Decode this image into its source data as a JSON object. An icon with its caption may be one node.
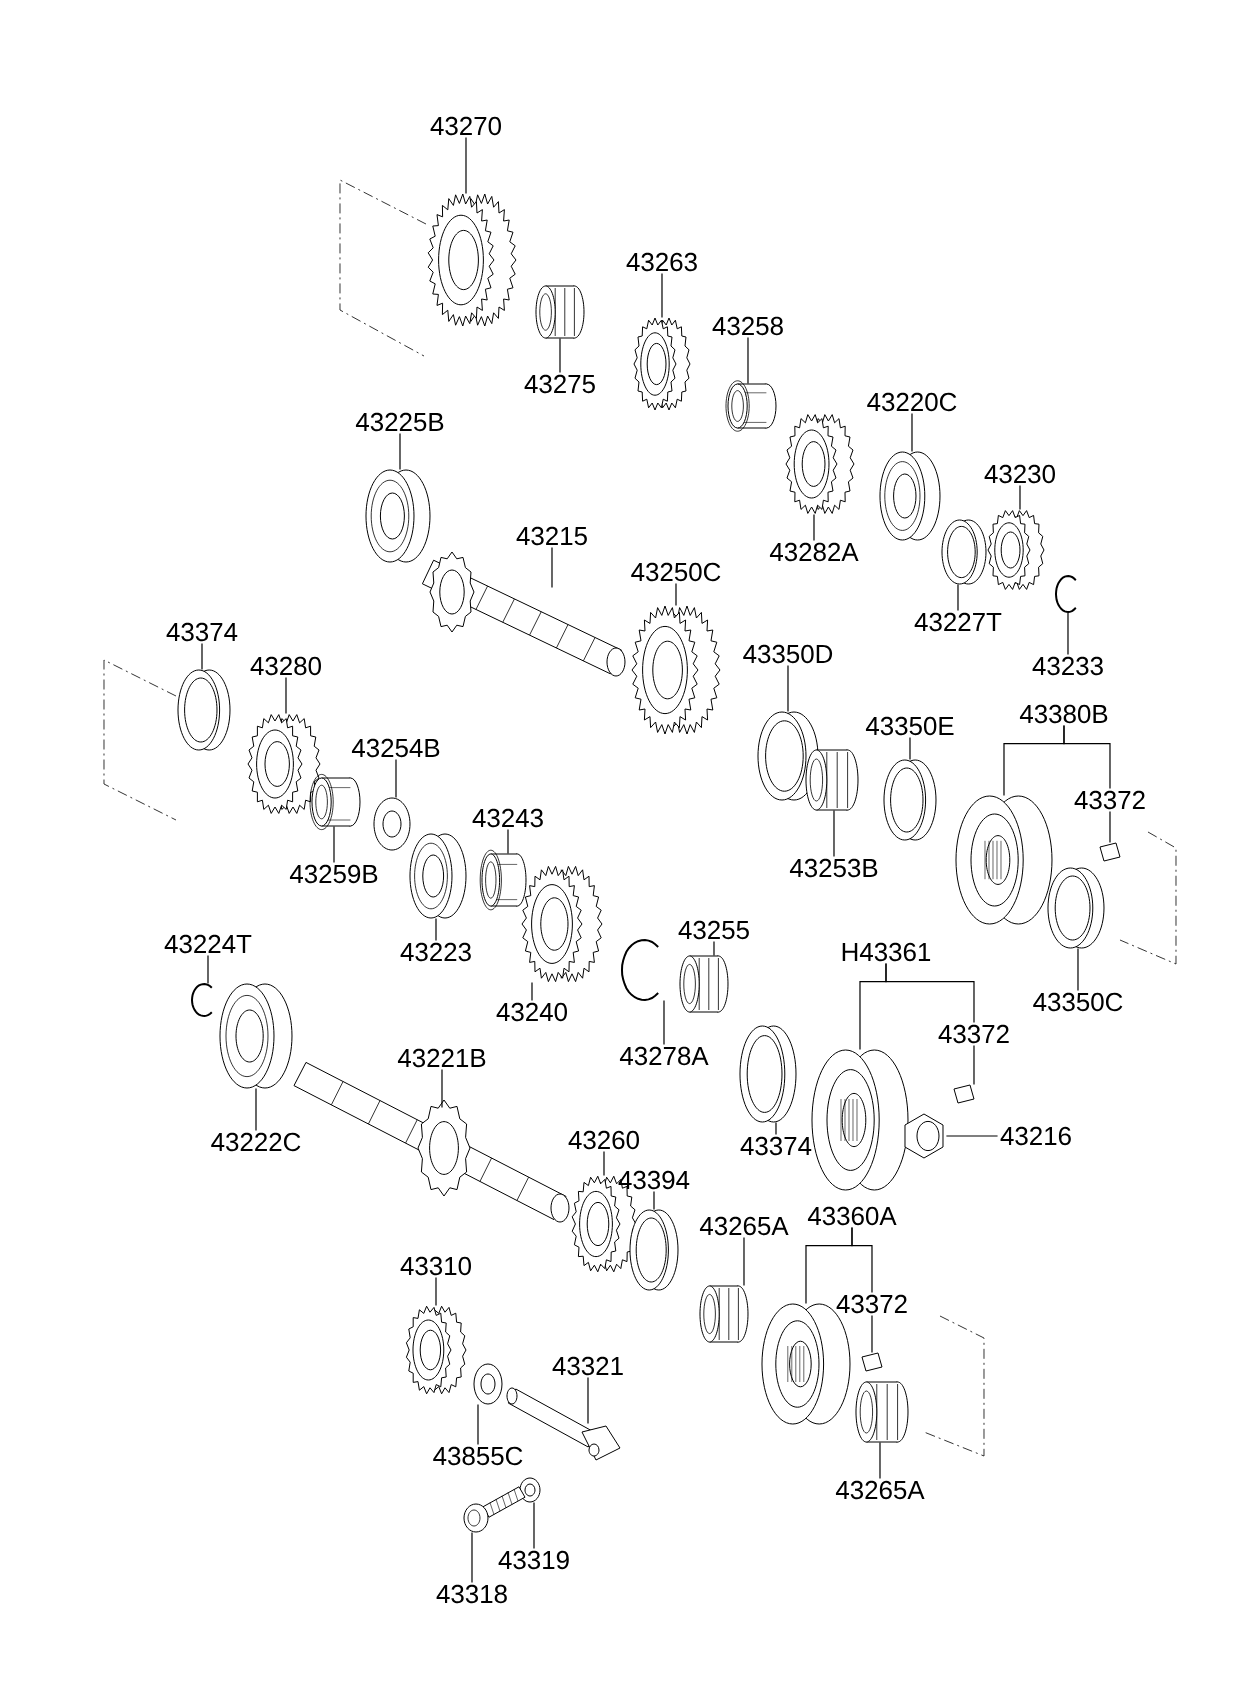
{
  "diagram": {
    "nodes": [
      {
        "text": [
          "43270"
        ]
      },
      {
        "text": [],
        "shape": "picture"
      },
      {
        "text": [
          "43275"
        ]
      },
      {
        "text": [],
        "shape": "picture"
      },
      {
        "text": [
          "43263"
        ]
      },
      {
        "text": [],
        "shape": "picture"
      },
      {
        "text": [
          "43258"
        ]
      },
      {
        "text": [],
        "shape": "picture"
      },
      {
        "text": [
          "43282A"
        ]
      },
      {
        "text": [],
        "shape": "picture"
      },
      {
        "text": [
          "43220C"
        ]
      },
      {
        "text": [],
        "shape": "picture"
      },
      {
        "text": [
          "43227T"
        ]
      },
      {
        "text": [],
        "shape": "picture"
      },
      {
        "text": [
          "43230"
        ]
      },
      {
        "text": [],
        "shape": "picture"
      },
      {
        "text": [
          "43233"
        ]
      },
      {
        "text": [],
        "shape": "picture"
      },
      {
        "text": [
          "43225B"
        ]
      },
      {
        "text": [],
        "shape": "picture"
      },
      {
        "text": [
          "43215"
        ]
      },
      {
        "text": [],
        "shape": "picture"
      },
      {
        "text": [
          "43250C"
        ]
      },
      {
        "text": [],
        "shape": "picture"
      },
      {
        "text": [
          "43374"
        ]
      },
      {
        "text": [],
        "shape": "picture"
      },
      {
        "text": [
          "43280"
        ]
      },
      {
        "text": [],
        "shape": "picture"
      },
      {
        "text": [
          "43350D"
        ]
      },
      {
        "text": [],
        "shape": "picture"
      },
      {
        "text": [
          "43254B"
        ]
      },
      {
        "text": [],
        "shape": "picture"
      },
      {
        "text": [
          "43259B"
        ]
      },
      {
        "text": [],
        "shape": "picture"
      },
      {
        "text": [
          "43350E"
        ]
      },
      {
        "text": [],
        "shape": "picture"
      },
      {
        "text": [
          "43253B"
        ]
      },
      {
        "text": [],
        "shape": "picture"
      },
      {
        "text": [
          "43380B"
        ]
      },
      {
        "text": [],
        "shape": "picture"
      },
      {
        "text": [
          "43372"
        ]
      },
      {
        "text": [],
        "shape": "picture"
      },
      {
        "text": [
          "43243"
        ]
      },
      {
        "text": [],
        "shape": "picture"
      },
      {
        "text": [
          "43223"
        ]
      },
      {
        "text": [],
        "shape": "picture"
      },
      {
        "text": [
          "43240"
        ]
      },
      {
        "text": [],
        "shape": "picture"
      },
      {
        "text": [
          "43255"
        ]
      },
      {
        "text": [],
        "shape": "picture"
      },
      {
        "text": [
          "43278A"
        ]
      },
      {
        "text": [],
        "shape": "picture"
      },
      {
        "text": [
          "43350C"
        ]
      },
      {
        "text": [],
        "shape": "picture"
      },
      {
        "text": [
          "43224T"
        ]
      },
      {
        "text": [],
        "shape": "picture"
      },
      {
        "text": [
          "43222C"
        ]
      },
      {
        "text": [],
        "shape": "picture"
      },
      {
        "text": [
          "H43361"
        ]
      },
      {
        "text": [],
        "shape": "picture"
      },
      {
        "text": [
          "43372"
        ]
      },
      {
        "text": [],
        "shape": "picture"
      },
      {
        "text": [
          "43374"
        ]
      },
      {
        "text": [],
        "shape": "picture"
      },
      {
        "text": [
          "43216"
        ]
      },
      {
        "text": [],
        "shape": "picture"
      },
      {
        "text": [
          "43221B"
        ]
      },
      {
        "text": [],
        "shape": "picture"
      },
      {
        "text": [
          "43260"
        ]
      },
      {
        "text": [],
        "shape": "picture"
      },
      {
        "text": [
          "43394"
        ]
      },
      {
        "text": [],
        "shape": "picture"
      },
      {
        "text": [
          "43265A"
        ]
      },
      {
        "text": [],
        "shape": "picture"
      },
      {
        "text": [
          "43360A"
        ]
      },
      {
        "text": [],
        "shape": "picture"
      },
      {
        "text": [
          "43372"
        ]
      },
      {
        "text": [],
        "shape": "picture"
      },
      {
        "text": [
          "43265A"
        ]
      },
      {
        "text": [],
        "shape": "picture"
      },
      {
        "text": [
          "43310"
        ]
      },
      {
        "text": [],
        "shape": "picture"
      },
      {
        "text": [
          "43855C"
        ]
      },
      {
        "text": [],
        "shape": "picture"
      },
      {
        "text": [
          "43321"
        ]
      },
      {
        "text": [],
        "shape": "picture"
      },
      {
        "text": [
          "43319"
        ]
      },
      {
        "text": [],
        "shape": "picture"
      },
      {
        "text": [
          "43318"
        ]
      },
      {
        "text": [],
        "shape": "picture"
      }
    ],
    "edges": [
      {
        "from": 0,
        "to": 1,
        "arrow": "none"
      },
      {
        "from": 2,
        "to": 3,
        "arrow": "none"
      },
      {
        "from": 4,
        "to": 5,
        "arrow": "none"
      },
      {
        "from": 6,
        "to": 7,
        "arrow": "none"
      },
      {
        "from": 8,
        "to": 9,
        "arrow": "none"
      },
      {
        "from": 10,
        "to": 11,
        "arrow": "none"
      },
      {
        "from": 12,
        "to": 13,
        "arrow": "none"
      },
      {
        "from": 14,
        "to": 15,
        "arrow": "none"
      },
      {
        "from": 16,
        "to": 17,
        "arrow": "none"
      },
      {
        "from": 18,
        "to": 19,
        "arrow": "none"
      },
      {
        "from": 20,
        "to": 21,
        "arrow": "none"
      },
      {
        "from": 22,
        "to": 23,
        "arrow": "none"
      },
      {
        "from": 24,
        "to": 25,
        "arrow": "none"
      },
      {
        "from": 26,
        "to": 27,
        "arrow": "none"
      },
      {
        "from": 28,
        "to": 29,
        "arrow": "none"
      },
      {
        "from": 30,
        "to": 31,
        "arrow": "none"
      },
      {
        "from": 32,
        "to": 33,
        "arrow": "none"
      },
      {
        "from": 34,
        "to": 35,
        "arrow": "none"
      },
      {
        "from": 36,
        "to": 37,
        "arrow": "none"
      },
      {
        "from": 38,
        "to": 39,
        "arrow": "none"
      },
      {
        "from": 38,
        "to": 40,
        "arrow": "none"
      },
      {
        "from": 40,
        "to": 41,
        "arrow": "none"
      },
      {
        "from": 42,
        "to": 43,
        "arrow": "none"
      },
      {
        "from": 44,
        "to": 45,
        "arrow": "none"
      },
      {
        "from": 46,
        "to": 47,
        "arrow": "none"
      },
      {
        "from": 48,
        "to": 49,
        "arrow": "none"
      },
      {
        "from": 50,
        "to": 51,
        "arrow": "none"
      },
      {
        "from": 52,
        "to": 53,
        "arrow": "none"
      },
      {
        "from": 54,
        "to": 55,
        "arrow": "none"
      },
      {
        "from": 56,
        "to": 57,
        "arrow": "none"
      },
      {
        "from": 58,
        "to": 59,
        "arrow": "none"
      },
      {
        "from": 58,
        "to": 60,
        "arrow": "none"
      },
      {
        "from": 60,
        "to": 61,
        "arrow": "none"
      },
      {
        "from": 62,
        "to": 63,
        "arrow": "none"
      },
      {
        "from": 64,
        "to": 65,
        "arrow": "none"
      },
      {
        "from": 66,
        "to": 67,
        "arrow": "none"
      },
      {
        "from": 68,
        "to": 69,
        "arrow": "none"
      },
      {
        "from": 70,
        "to": 71,
        "arrow": "none"
      },
      {
        "from": 72,
        "to": 73,
        "arrow": "none"
      },
      {
        "from": 74,
        "to": 75,
        "arrow": "none"
      },
      {
        "from": 74,
        "to": 76,
        "arrow": "none"
      },
      {
        "from": 76,
        "to": 77,
        "arrow": "none"
      },
      {
        "from": 78,
        "to": 79,
        "arrow": "none"
      },
      {
        "from": 80,
        "to": 81,
        "arrow": "none"
      },
      {
        "from": 82,
        "to": 83,
        "arrow": "none"
      },
      {
        "from": 84,
        "to": 85,
        "arrow": "none"
      },
      {
        "from": 86,
        "to": 87,
        "arrow": "none"
      },
      {
        "from": 88,
        "to": 89,
        "arrow": "none"
      }
    ]
  }
}
